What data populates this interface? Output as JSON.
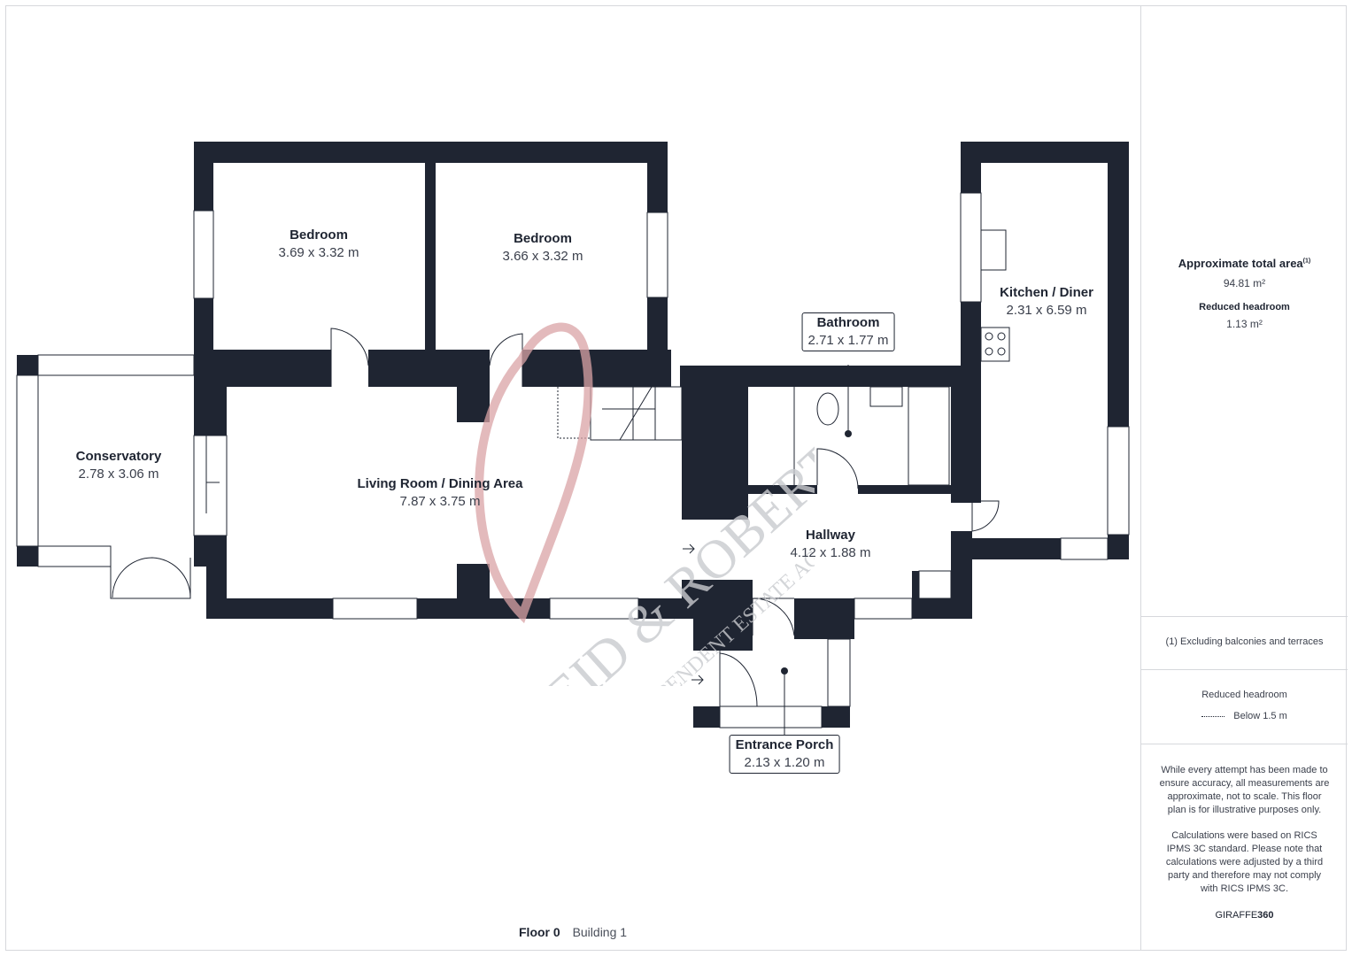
{
  "rooms": {
    "bedroom1": {
      "name": "Bedroom",
      "dims": "3.69 x 3.32 m"
    },
    "bedroom2": {
      "name": "Bedroom",
      "dims": "3.66 x 3.32 m"
    },
    "bathroom": {
      "name": "Bathroom",
      "dims": "2.71 x 1.77 m"
    },
    "kitchen": {
      "name": "Kitchen / Diner",
      "dims": "2.31 x 6.59 m"
    },
    "conservatory": {
      "name": "Conservatory",
      "dims": "2.78 x 3.06 m"
    },
    "living": {
      "name": "Living Room / Dining Area",
      "dims": "7.87 x 3.75 m"
    },
    "hallway": {
      "name": "Hallway",
      "dims": "4.12 x 1.88 m"
    },
    "porch": {
      "name": "Entrance Porch",
      "dims": "2.13 x 1.20 m"
    }
  },
  "floor": {
    "label": "Floor 0",
    "building": "Building 1"
  },
  "watermark": {
    "main": "REID & ROBERTS",
    "sub": "INDEPENDENT ESTATE AGENTS"
  },
  "sidebar": {
    "total_area_title": "Approximate total area",
    "total_area_sup": "(1)",
    "total_area_value": "94.81 m²",
    "reduced_title": "Reduced headroom",
    "reduced_value": "1.13 m²",
    "footnote": "(1) Excluding balconies and terraces",
    "legend_title": "Reduced headroom",
    "legend_item": "Below 1.5 m",
    "disclaimer1": "While every attempt has been made to ensure accuracy, all measurements are approximate, not to scale. This floor plan is for illustrative purposes only.",
    "disclaimer2": "Calculations were based on RICS IPMS 3C standard. Please note that calculations were adjusted by a third party and therefore may not comply with RICS IPMS 3C.",
    "brand_a": "GIRAFFE",
    "brand_b": "360"
  },
  "colors": {
    "wall": "#1f2532",
    "accent_watermark": "#d9a3a6",
    "watermark_grey": "#c9cbcf"
  }
}
